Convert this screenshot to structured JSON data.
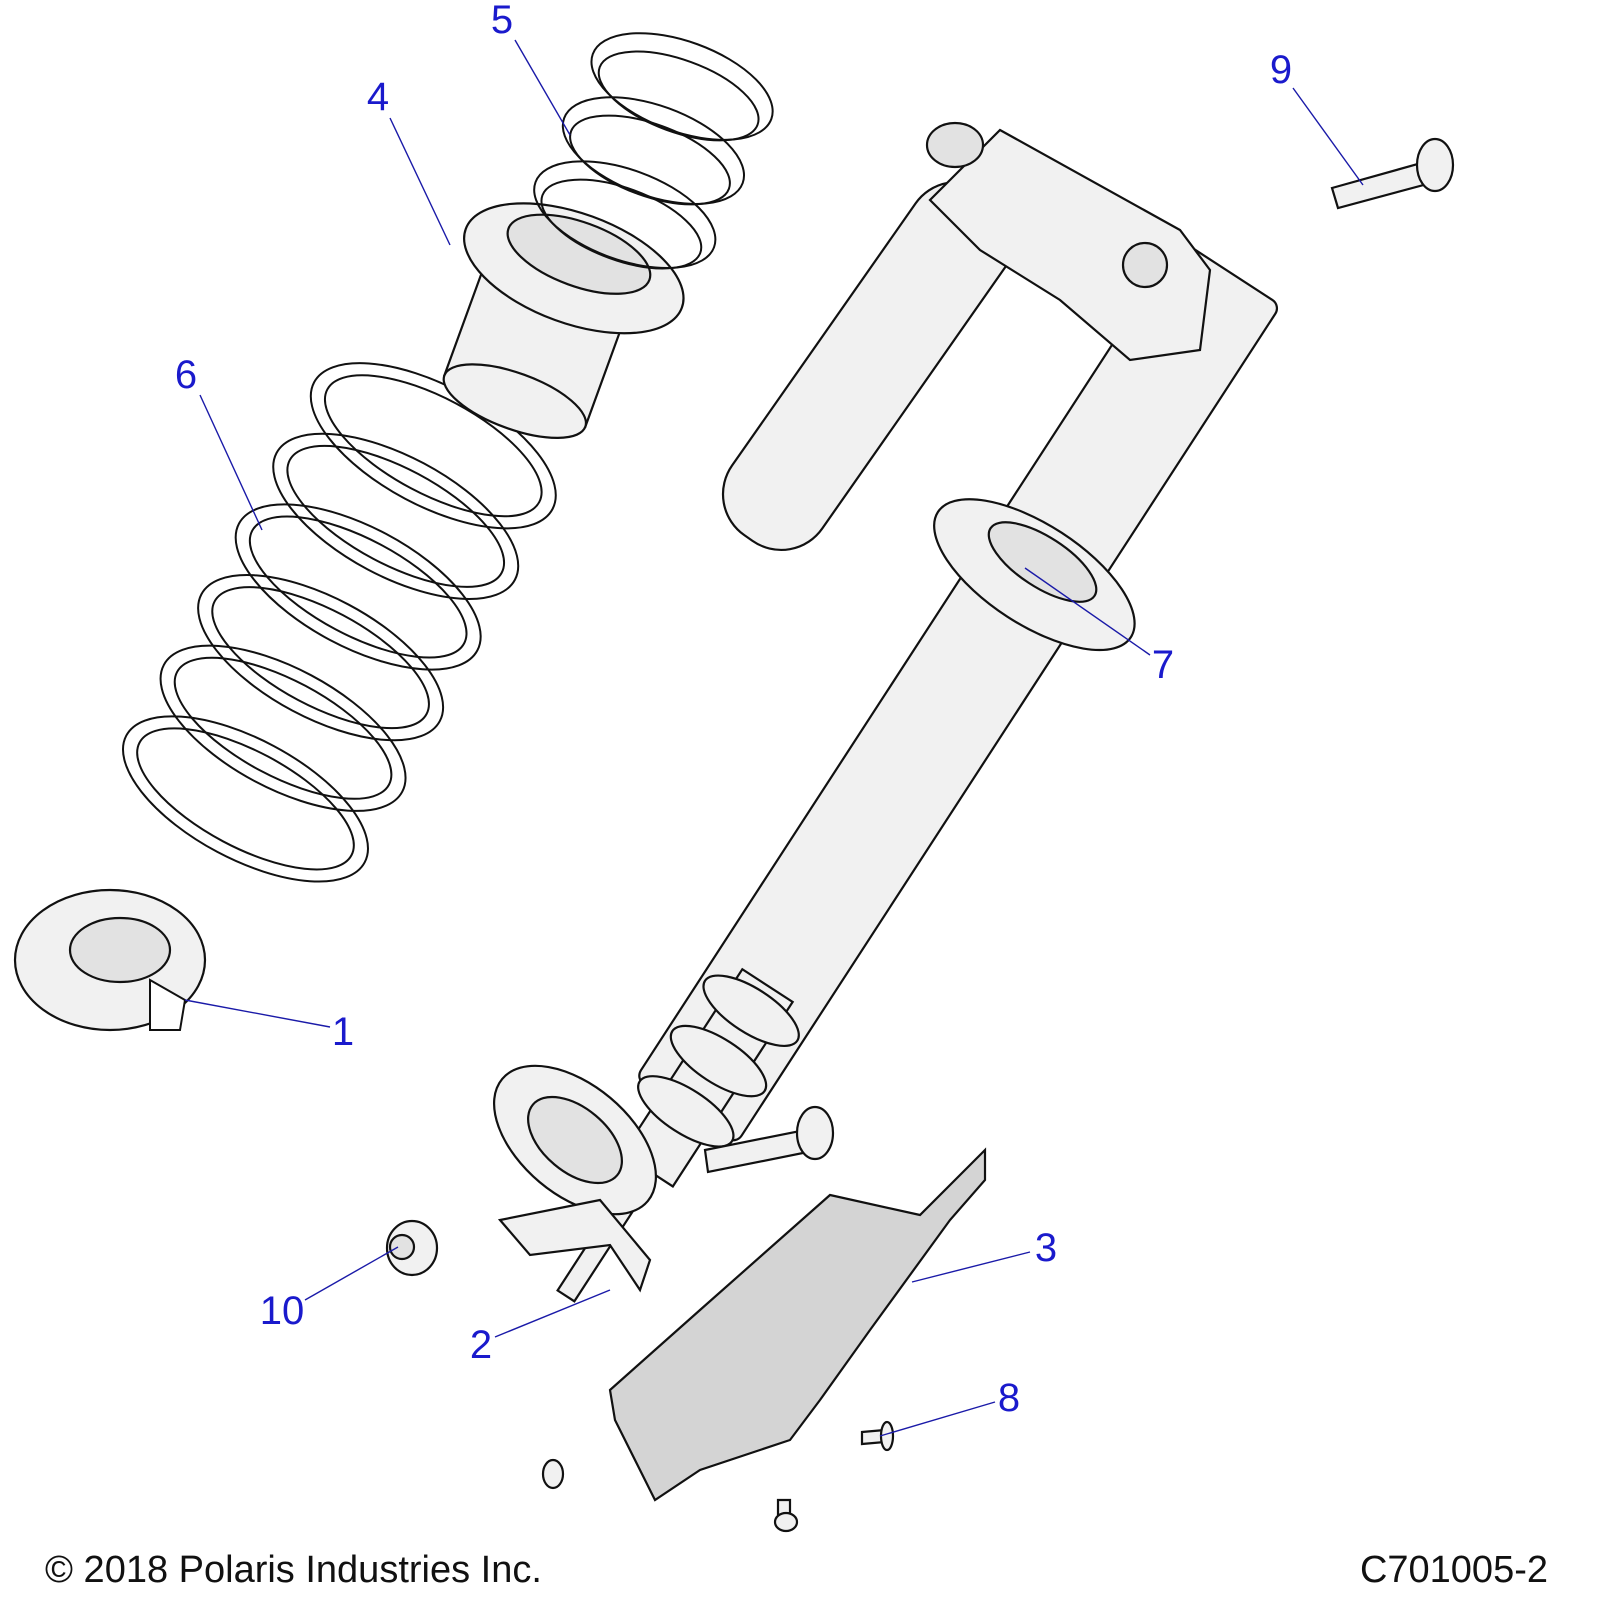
{
  "callouts": [
    {
      "label": "1",
      "part": "spring-seat-lower"
    },
    {
      "label": "2",
      "part": "shock-mount-bracket"
    },
    {
      "label": "3",
      "part": "shock-guard"
    },
    {
      "label": "4",
      "part": "spring-adapter"
    },
    {
      "label": "5",
      "part": "spring-upper"
    },
    {
      "label": "6",
      "part": "spring-lower"
    },
    {
      "label": "7",
      "part": "shock-absorber"
    },
    {
      "label": "8",
      "part": "guard-screw"
    },
    {
      "label": "9",
      "part": "upper-bolt"
    },
    {
      "label": "10",
      "part": "flange-nut"
    }
  ],
  "footer": {
    "copyright": "© 2018 Polaris Industries Inc.",
    "diagram_id": "C701005-2"
  },
  "colors": {
    "callout": "#1a1acc",
    "leader": "#1a1aa8"
  }
}
